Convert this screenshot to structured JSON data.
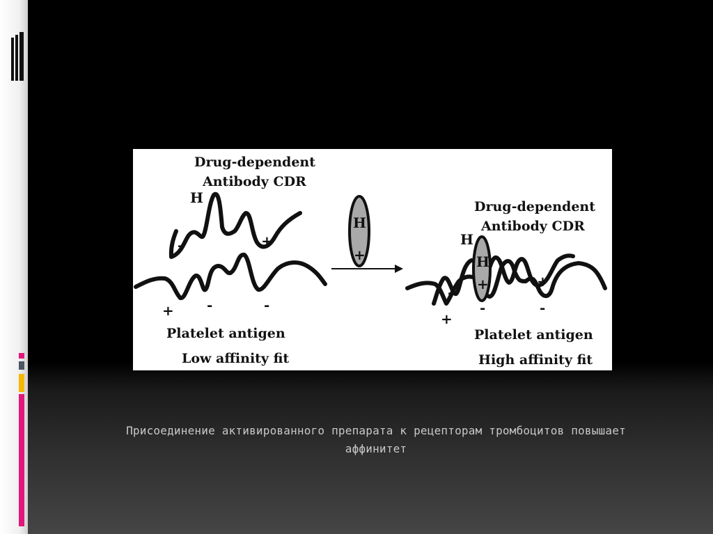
{
  "figure": {
    "left_panel": {
      "cdr_label_line1": "Drug-dependent",
      "cdr_label_line2": "Antibody CDR",
      "antigen_label": "Platelet antigen",
      "fit_label": "Low affinity fit",
      "symbols": {
        "h": "H",
        "minus_top": "-",
        "plus_top": "+",
        "plus_bottom": "+",
        "minus_bottom_1": "-",
        "minus_bottom_2": "-"
      }
    },
    "drug": {
      "h": "H",
      "plus": "+"
    },
    "right_panel": {
      "cdr_label_line1": "Drug-dependent",
      "cdr_label_line2": "Antibody CDR",
      "antigen_label": "Platelet antigen",
      "fit_label": "High affinity fit",
      "symbols": {
        "h_outer": "H",
        "h_drug": "H",
        "plus_drug": "+",
        "minus_left": "-",
        "plus_top": "+",
        "plus_bottom": "+",
        "minus_bottom_1": "-",
        "minus_bottom_2": "-"
      }
    },
    "colors": {
      "drug_fill": "#a9a9a9",
      "stroke": "#111111"
    }
  },
  "caption": {
    "line1": "Присоединение активированного препарата к рецепторам тромбоцитов повышает",
    "line2": "аффинитет"
  },
  "accent_colors": {
    "magenta": "#e0177d",
    "slate": "#4b5563",
    "yellow": "#f5b800"
  }
}
